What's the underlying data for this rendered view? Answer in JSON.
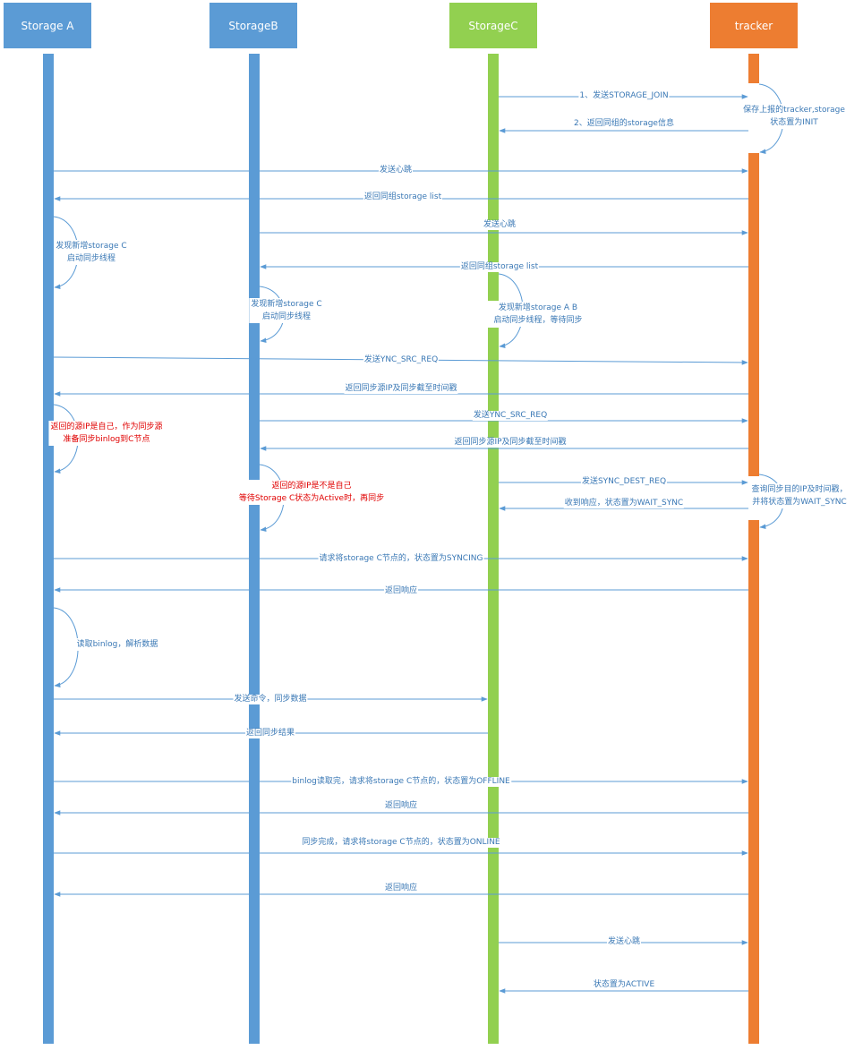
{
  "colors": {
    "blue": "#5b9bd5",
    "green": "#92d050",
    "orange": "#ed7d31",
    "arrow": "#5b9bd5",
    "text": "#3a78b5",
    "alert": "#e00000"
  },
  "lifelines": [
    {
      "id": "a",
      "label": "Storage A"
    },
    {
      "id": "b",
      "label": "StorageB"
    },
    {
      "id": "c",
      "label": "StorageC"
    },
    {
      "id": "t",
      "label": "tracker"
    }
  ],
  "messages": [
    {
      "from": "c",
      "to": "t",
      "label": "1、发送STORAGE_JOIN"
    },
    {
      "from": "t",
      "to": "c",
      "label": "2、返回同组的storage信息"
    },
    {
      "from": "a",
      "to": "t",
      "label": "发送心跳"
    },
    {
      "from": "t",
      "to": "a",
      "label": "返回同组storage list"
    },
    {
      "from": "b",
      "to": "t",
      "label": "发送心跳"
    },
    {
      "from": "t",
      "to": "b",
      "label": "返回同组storage list"
    },
    {
      "from": "a",
      "to": "t",
      "label": "发送YNC_SRC_REQ"
    },
    {
      "from": "t",
      "to": "a",
      "label": "返回同步源IP及同步截至时间戳"
    },
    {
      "from": "b",
      "to": "t",
      "label": "发送YNC_SRC_REQ"
    },
    {
      "from": "t",
      "to": "b",
      "label": "返回同步源IP及同步截至时间戳"
    },
    {
      "from": "c",
      "to": "t",
      "label": "发送SYNC_DEST_REQ"
    },
    {
      "from": "t",
      "to": "c",
      "label": "收到响应，状态置为WAIT_SYNC"
    },
    {
      "from": "a",
      "to": "t",
      "label": "请求将storage C节点的，状态置为SYNCING"
    },
    {
      "from": "t",
      "to": "a",
      "label": "返回响应"
    },
    {
      "from": "a",
      "to": "c",
      "label": "发送命令，同步数据"
    },
    {
      "from": "c",
      "to": "a",
      "label": "返回同步结果"
    },
    {
      "from": "a",
      "to": "t",
      "label": "binlog读取完，请求将storage C节点的，状态置为OFFLINE"
    },
    {
      "from": "t",
      "to": "a",
      "label": "返回响应"
    },
    {
      "from": "a",
      "to": "t",
      "label": "同步完成，请求将storage C节点的，状态置为ONLINE"
    },
    {
      "from": "t",
      "to": "a",
      "label": "返回响应"
    },
    {
      "from": "c",
      "to": "t",
      "label": "发送心跳"
    },
    {
      "from": "t",
      "to": "c",
      "label": "状态置为ACTIVE"
    }
  ],
  "notes": [
    {
      "on": "t",
      "lines": [
        "保存上报的tracker,storage",
        "状态置为INIT"
      ],
      "alert": false
    },
    {
      "on": "a",
      "lines": [
        "发现新增storage C",
        "启动同步线程"
      ],
      "alert": false
    },
    {
      "on": "b",
      "lines": [
        "发现新增storage C",
        "启动同步线程"
      ],
      "alert": false
    },
    {
      "on": "c",
      "lines": [
        "发现新增storage A B",
        "启动同步线程，等待同步"
      ],
      "alert": false
    },
    {
      "on": "a",
      "lines": [
        "返回的源IP是自己，作为同步源",
        "准备同步binlog到C节点"
      ],
      "alert": true
    },
    {
      "on": "b",
      "lines": [
        "返回的源IP是不是自己",
        "等待Storage C状态为Active时，再同步"
      ],
      "alert": true
    },
    {
      "on": "t",
      "lines": [
        "查询同步目的IP及时间戳，",
        "并将状态置为WAIT_SYNC"
      ],
      "alert": false
    },
    {
      "on": "a",
      "lines": [
        "读取binlog，解析数据"
      ],
      "alert": false
    }
  ]
}
